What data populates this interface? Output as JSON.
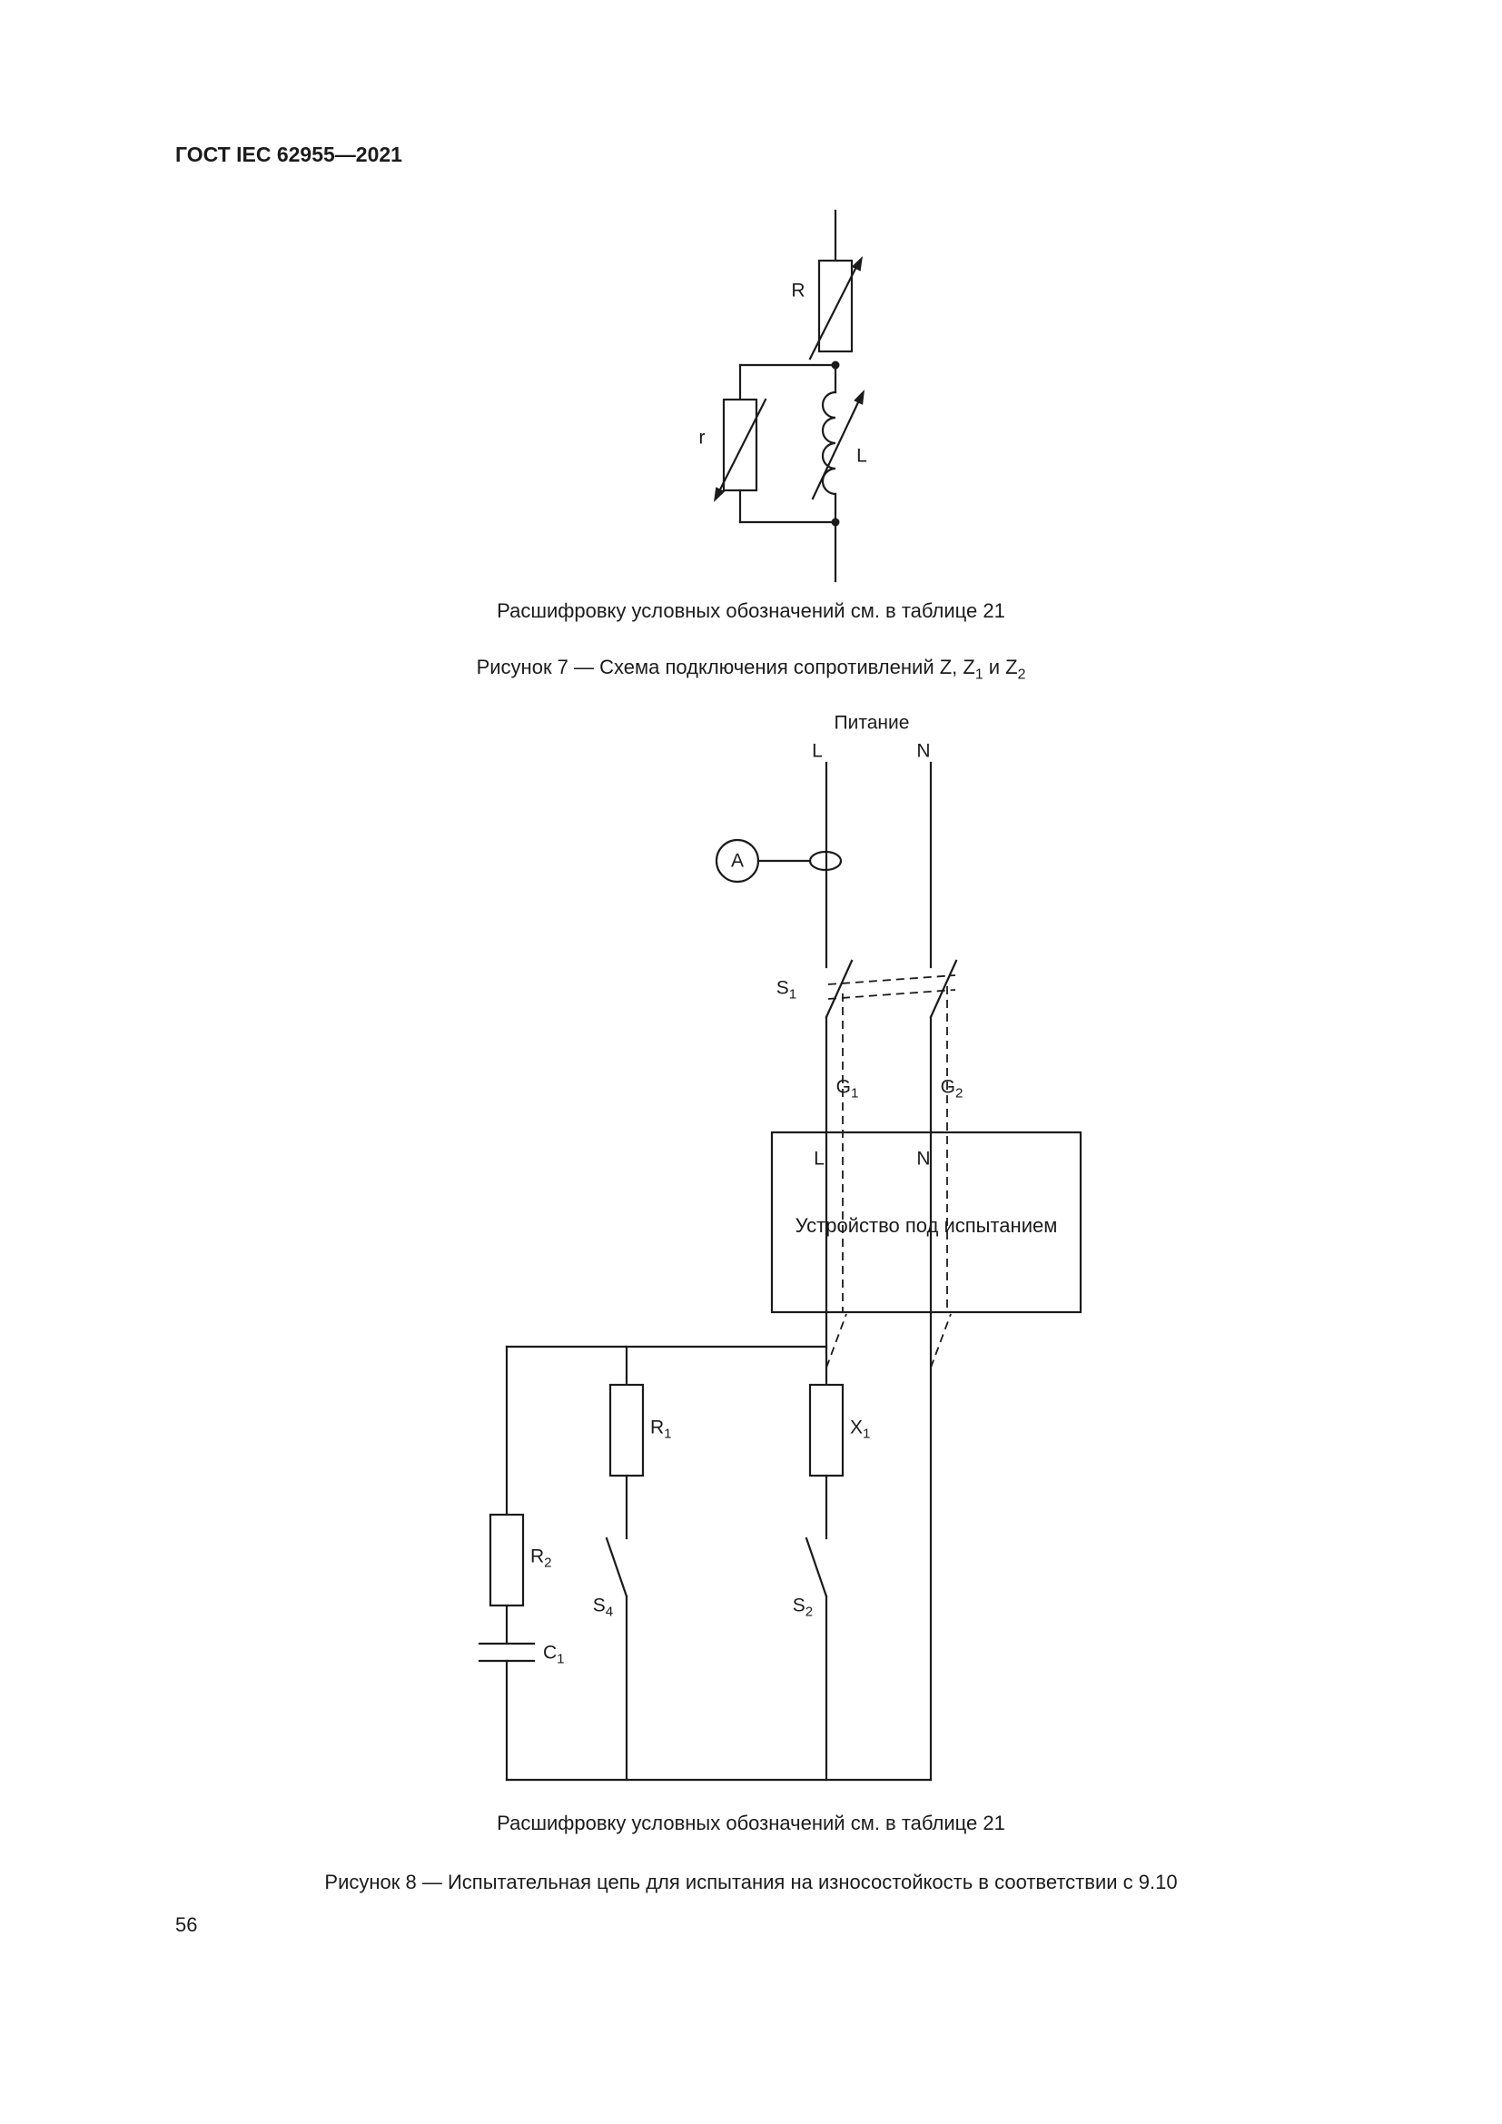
{
  "page": {
    "header": "ГОСТ IEC 62955—2021",
    "number": "56"
  },
  "figure7": {
    "labels": {
      "resistor_R": "R",
      "resistor_r": "r",
      "inductor_L": "L"
    },
    "note": "Расшифровку условных обозначений см. в таблице 21",
    "caption_parts": [
      "Рисунок 7 — Схема подключения сопротивлений Z, Z",
      {
        "sub": "1"
      },
      " и Z",
      {
        "sub": "2"
      }
    ]
  },
  "figure8": {
    "labels": {
      "supply": "Питание",
      "line_l": "L",
      "line_n": "N",
      "ammeter": "A",
      "s1": [
        "S",
        {
          "sub": "1"
        }
      ],
      "g1": [
        "G",
        {
          "sub": "1"
        }
      ],
      "g2": [
        "G",
        {
          "sub": "2"
        }
      ],
      "dut_l": "L",
      "dut_n": "N",
      "dut": "Устройство под испытанием",
      "r1": [
        "R",
        {
          "sub": "1"
        }
      ],
      "x1": [
        "X",
        {
          "sub": "1"
        }
      ],
      "r2": [
        "R",
        {
          "sub": "2"
        }
      ],
      "c1": [
        "C",
        {
          "sub": "1"
        }
      ],
      "s4": [
        "S",
        {
          "sub": "4"
        }
      ],
      "s2": [
        "S",
        {
          "sub": "2"
        }
      ]
    },
    "note": "Расшифровку условных обозначений см. в таблице 21",
    "caption": "Рисунок 8 — Испытательная цепь для испытания на износостойкость в соответствии с 9.10"
  }
}
